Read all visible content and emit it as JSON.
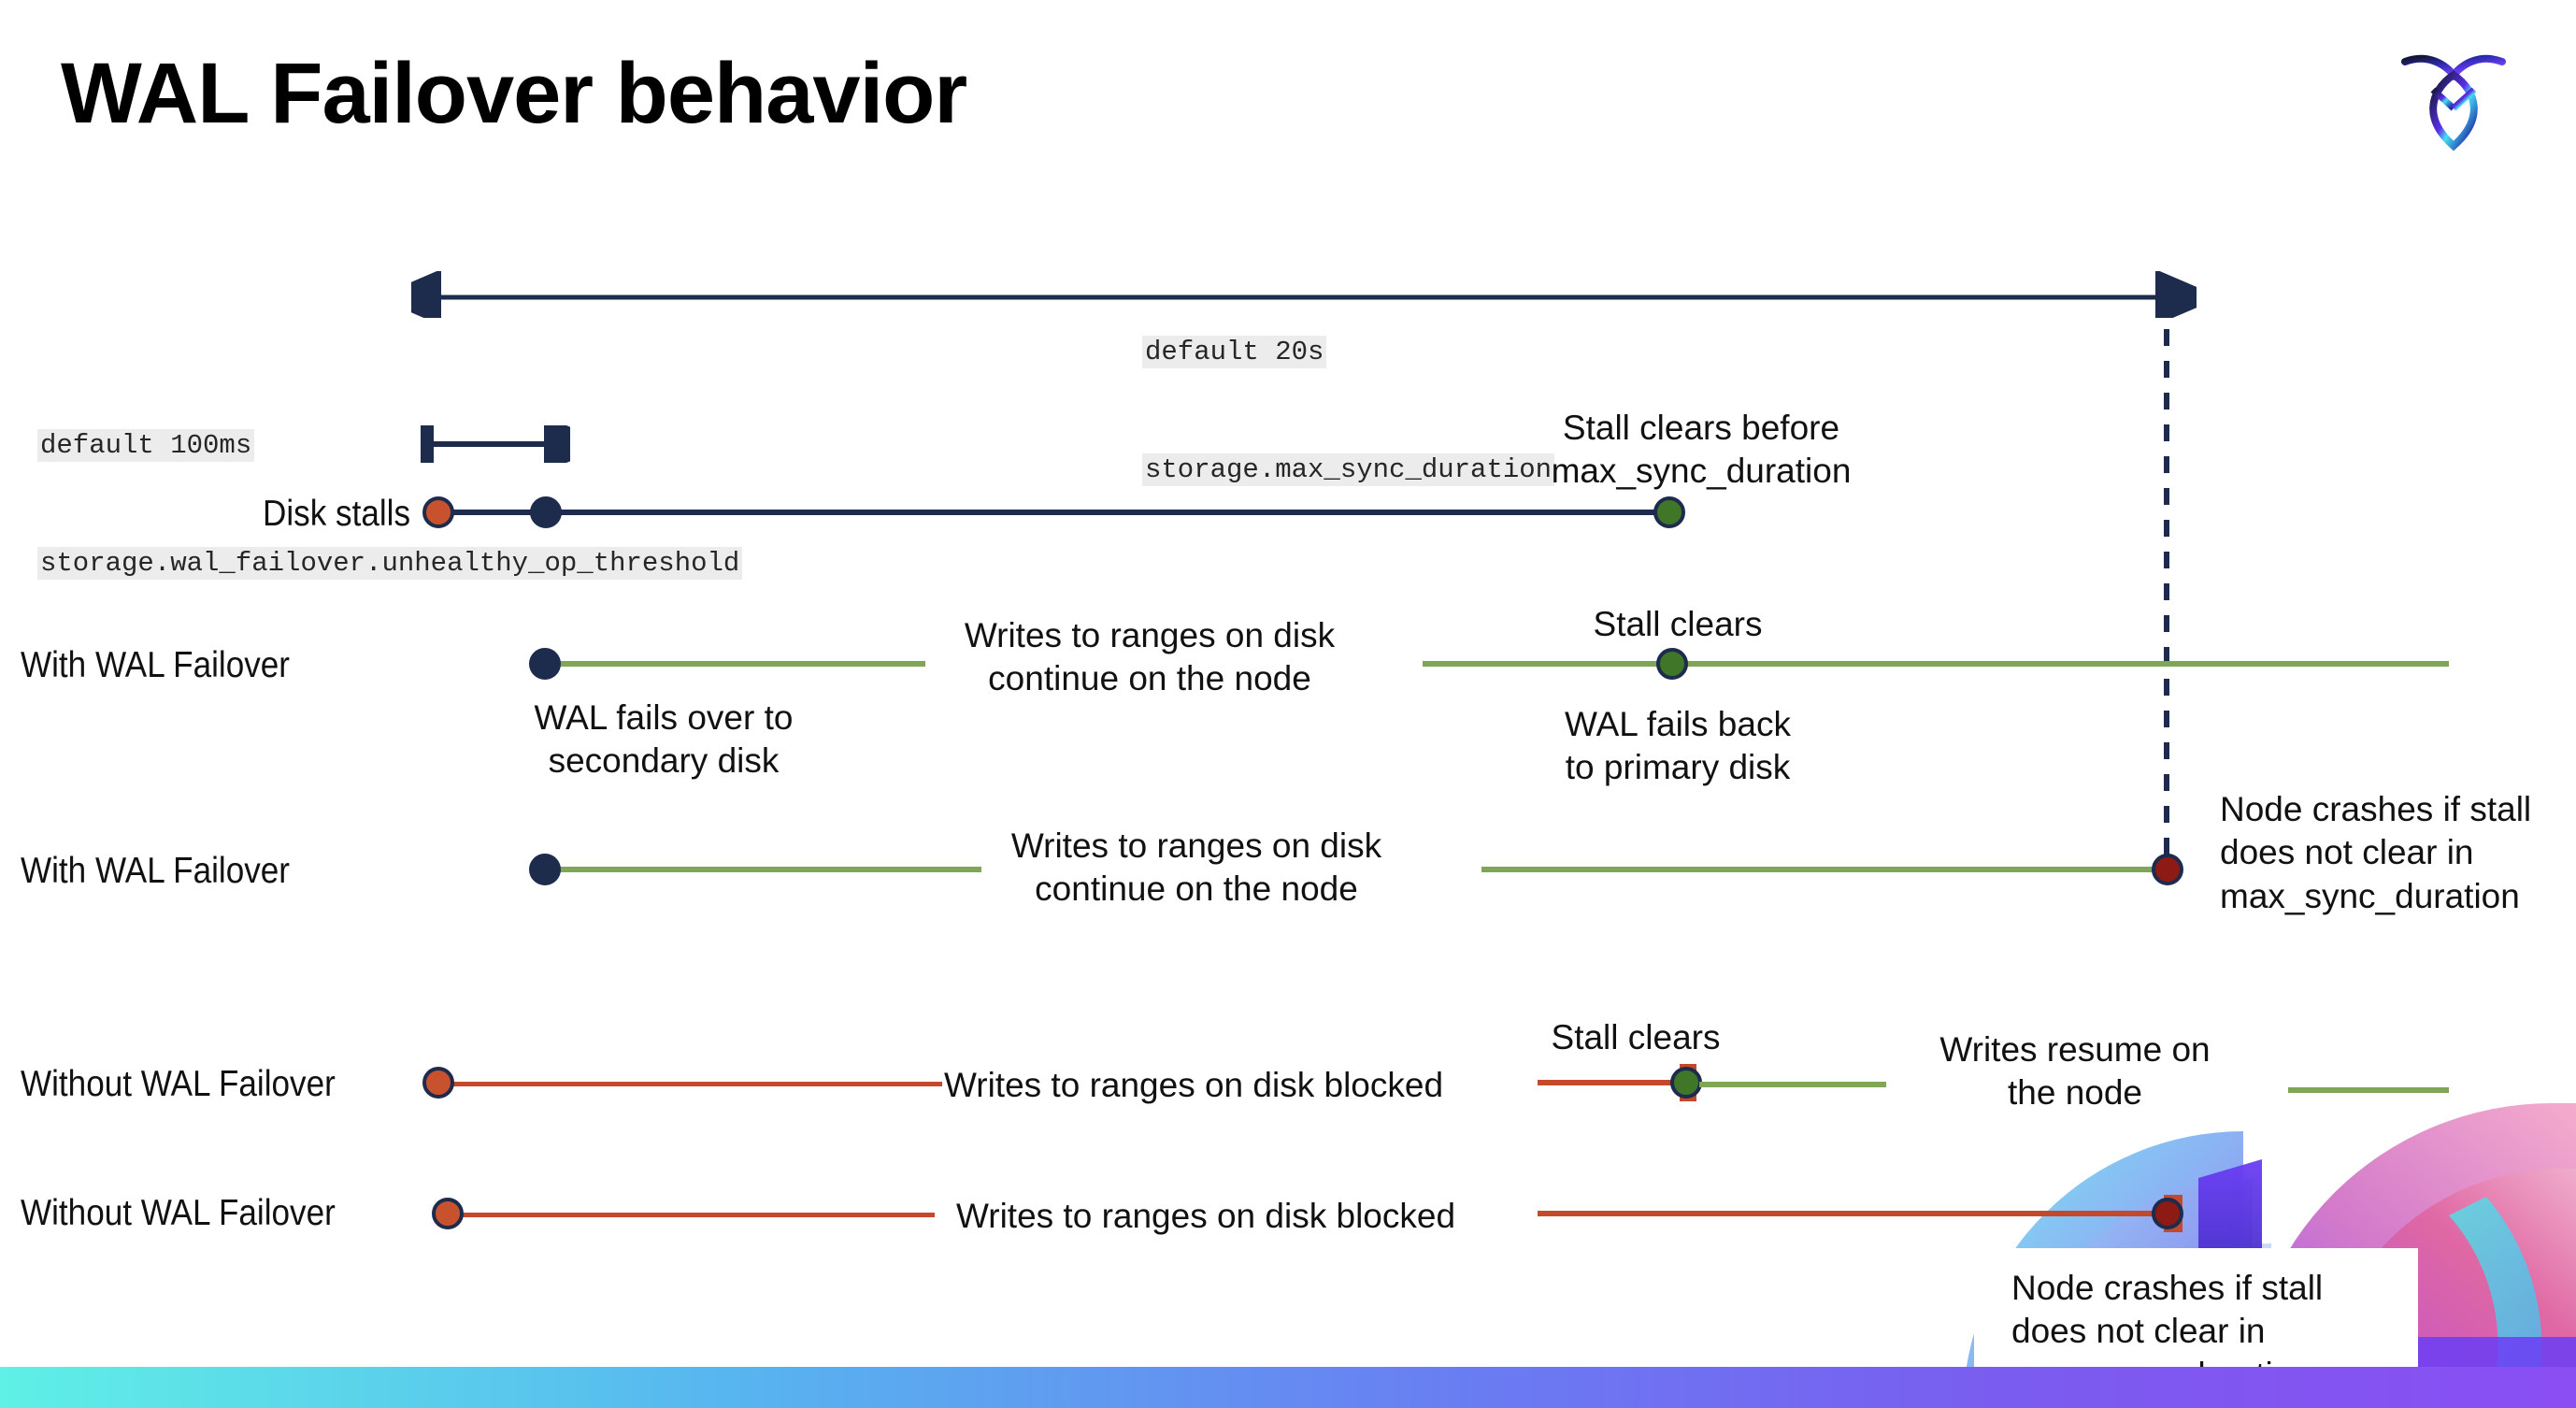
{
  "slide": {
    "title": "WAL Failover behavior",
    "logo_name": "cockroachdb-logo"
  },
  "settings": [
    {
      "id": "max-sync-duration",
      "default_label": "default 20s",
      "setting_name": "storage.max_sync_duration"
    },
    {
      "id": "unhealthy-op-threshold",
      "default_label": "default 100ms",
      "setting_name": "storage.wal_failover.unhealthy_op_threshold"
    }
  ],
  "rows": [
    {
      "id": "disk-stalls",
      "label": "Disk stalls",
      "annotations": [
        "Stall clears before\nmax_sync_duration"
      ]
    },
    {
      "id": "with-wal-failover-1",
      "label": "With WAL Failover",
      "annotations": [
        "Writes to ranges on disk\ncontinue on the node",
        "Stall clears",
        "WAL fails over to\nsecondary disk",
        "WAL fails  back\nto primary disk"
      ]
    },
    {
      "id": "with-wal-failover-2",
      "label": "With WAL Failover",
      "annotations": [
        "Writes to ranges on disk\ncontinue on the node",
        "Node crashes if stall\ndoes not clear in\nmax_sync_duration"
      ]
    },
    {
      "id": "without-wal-failover-1",
      "label": "Without WAL Failover",
      "annotations": [
        "Writes to ranges on disk  blocked",
        "Stall clears",
        "Writes resume on\nthe node"
      ]
    },
    {
      "id": "without-wal-failover-2",
      "label": "Without WAL Failover",
      "annotations": [
        "Writes to ranges on disk  blocked",
        "Node crashes if stall\ndoes not clear in\nmax_sync_duration"
      ]
    }
  ],
  "text": {
    "title": "WAL Failover behavior",
    "max_sync_default": "default 20s",
    "max_sync_setting": "storage.max_sync_duration",
    "unhealthy_default": "default 100ms",
    "unhealthy_setting": "storage.wal_failover.unhealthy_op_threshold",
    "label_disk_stalls": "Disk stalls",
    "label_with_wal_1": "With WAL Failover",
    "label_with_wal_2": "With WAL Failover",
    "label_without_wal_1": "Without WAL Failover",
    "label_without_wal_2": "Without WAL Failover",
    "stall_clears_before_l1": "Stall clears before",
    "stall_clears_before_l2": "max_sync_duration",
    "writes_continue_l1": "Writes to ranges on disk",
    "writes_continue_l2": "continue on the node",
    "stall_clears": "Stall clears",
    "wal_fails_over_l1": "WAL fails over to",
    "wal_fails_over_l2": "secondary disk",
    "wal_fails_back_l1": "WAL fails  back",
    "wal_fails_back_l2": "to primary disk",
    "node_crashes_l1": "Node crashes if stall",
    "node_crashes_l2": "does not clear in",
    "node_crashes_l3": "max_sync_duration",
    "writes_blocked": "Writes to ranges on disk  blocked",
    "writes_resume_l1": "Writes resume on",
    "writes_resume_l2": "the node"
  },
  "colors": {
    "navy": "#1d2b4c",
    "green_line": "#7fa557",
    "green_dot": "#3f7627",
    "orange": "#c8522e",
    "red_line": "#c4482a",
    "dark_red": "#8d1a14",
    "code_bg": "#ececec"
  }
}
